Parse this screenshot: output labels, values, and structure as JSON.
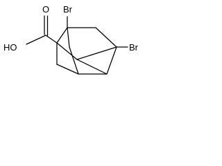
{
  "molecule": {
    "atom_labels": {
      "bromine_top": "Br",
      "bromine_right": "Br",
      "hydroxyl": "HO",
      "carbonyl_oxygen": "O"
    }
  }
}
